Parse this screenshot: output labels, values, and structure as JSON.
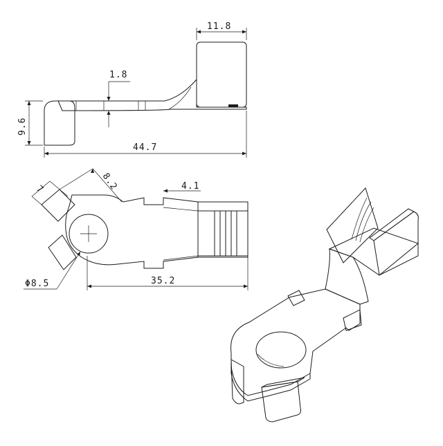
{
  "dimensions": {
    "top_width": "11.8",
    "thickness": "1.8",
    "height": "9.6",
    "length": "44.7",
    "slot_width": "4.1",
    "ring_body_length": "35.2",
    "hole_diameter": "Φ8.5",
    "tab_width": "7",
    "tab_offset": "8.2"
  },
  "colors": {
    "line": "#1a1a1a",
    "metal_light": "#f2f2f2",
    "metal_mid": "#d6d6d6",
    "metal_dark": "#a9a9a9"
  }
}
